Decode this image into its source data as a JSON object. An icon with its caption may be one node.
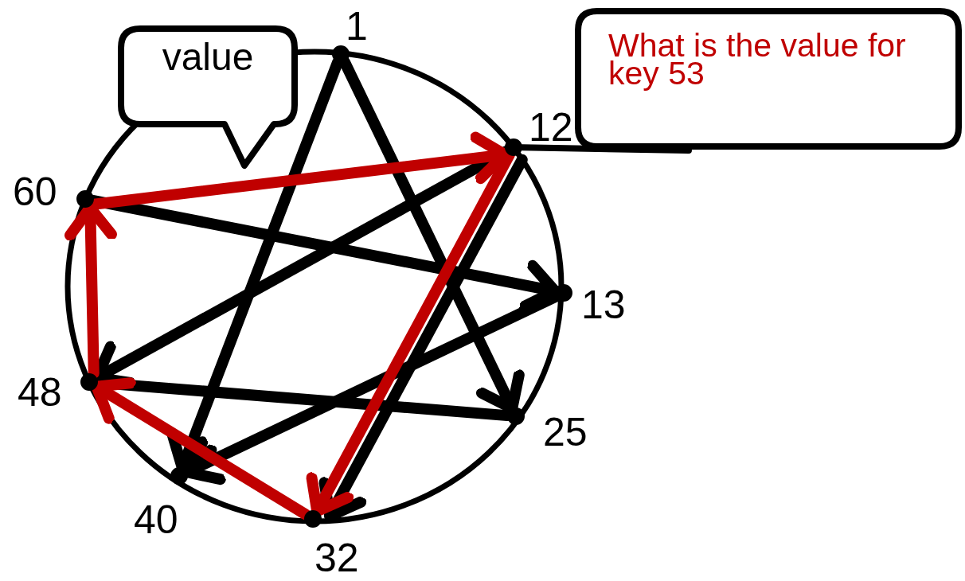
{
  "diagram": {
    "nodes": [
      {
        "text": [],
        "shape": "circle",
        "beside": [
          "1"
        ]
      },
      {
        "text": [],
        "shape": "circle",
        "beside": [
          "12"
        ]
      },
      {
        "text": [],
        "shape": "circle",
        "beside": [
          "13"
        ]
      },
      {
        "text": [],
        "shape": "circle",
        "beside": [
          "25"
        ]
      },
      {
        "text": [],
        "shape": "circle",
        "beside": [
          "32"
        ]
      },
      {
        "text": [],
        "shape": "circle",
        "beside": [
          "40"
        ]
      },
      {
        "text": [],
        "shape": "circle",
        "beside": [
          "48"
        ]
      },
      {
        "text": [],
        "shape": "circle",
        "beside": [
          "60"
        ]
      },
      {
        "text": [
          "value"
        ]
      },
      {
        "text": [
          "What is the value for key 53"
        ]
      }
    ],
    "edges": [
      {
        "from": 0,
        "to": 3,
        "arrow": "to"
      },
      {
        "from": 0,
        "to": 5,
        "arrow": "to"
      },
      {
        "from": 1,
        "to": 6,
        "arrow": "to"
      },
      {
        "from": 1,
        "to": 4,
        "arrow": "to"
      },
      {
        "from": 7,
        "to": 2,
        "arrow": "to"
      },
      {
        "from": 2,
        "to": 5,
        "arrow": "to"
      },
      {
        "from": 6,
        "to": 3,
        "arrow": "none"
      },
      {
        "from": 6,
        "to": 7,
        "arrow": "to",
        "color": "#c00000"
      },
      {
        "from": 7,
        "to": 1,
        "arrow": "to",
        "color": "#c00000"
      },
      {
        "from": 1,
        "to": 4,
        "arrow": "to",
        "color": "#c00000"
      },
      {
        "from": 4,
        "to": 6,
        "arrow": "to",
        "color": "#c00000"
      },
      {
        "from": 9,
        "to": 1,
        "arrow": "none"
      }
    ]
  }
}
